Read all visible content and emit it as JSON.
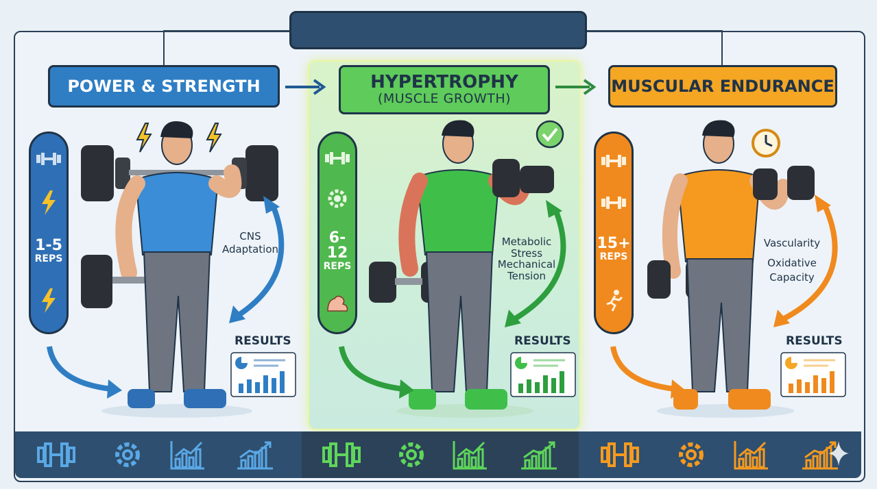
{
  "columns": [
    {
      "id": "power",
      "title": "POWER & STRENGTH",
      "subtitle": "",
      "reps_range": "1-5",
      "reps_label": "REPS",
      "annotation": [
        "CNS",
        "Adaptation"
      ],
      "results_label": "RESULTS",
      "color": "#2f7ec4"
    },
    {
      "id": "hypertrophy",
      "title": "HYPERTROPHY",
      "subtitle": "(MUSCLE GROWTH)",
      "reps_range": "6-12",
      "reps_label": "REPS",
      "annotation": [
        "Metabolic",
        "Stress",
        "Mechanical",
        "Tension"
      ],
      "results_label": "RESULTS",
      "color": "#5ecb5a"
    },
    {
      "id": "endurance",
      "title": "MUSCULAR ENDURANCE",
      "subtitle": "",
      "reps_range": "15+",
      "reps_label": "REPS",
      "annotation": [
        "Vascularity",
        "Oxidative",
        "Capacity"
      ],
      "results_label": "RESULTS",
      "color": "#f5a623"
    }
  ],
  "icons": {
    "pill_power": [
      "dumbbell-icon",
      "lightning-icon",
      "lightning-icon"
    ],
    "pill_hypertrophy": [
      "dumbbell-icon",
      "gear-icon",
      "flexed-bicep-icon"
    ],
    "pill_endurance": [
      "dumbbell-icon",
      "dumbbell-icon",
      "running-person-icon"
    ],
    "header_power": [
      "lightning-icon",
      "lightning-icon"
    ],
    "header_hypertrophy": [
      "checkmark-icon"
    ],
    "header_endurance": [
      "clock-icon"
    ],
    "bottom": [
      "dumbbell-icon",
      "gear-icon",
      "bar-chart-icon",
      "trend-chart-icon"
    ]
  },
  "colors": {
    "navy": "#1f3348",
    "blue": "#2f7ec4",
    "green": "#5ecb5a",
    "orange": "#f5a623",
    "bar": "#2e4f6f"
  }
}
